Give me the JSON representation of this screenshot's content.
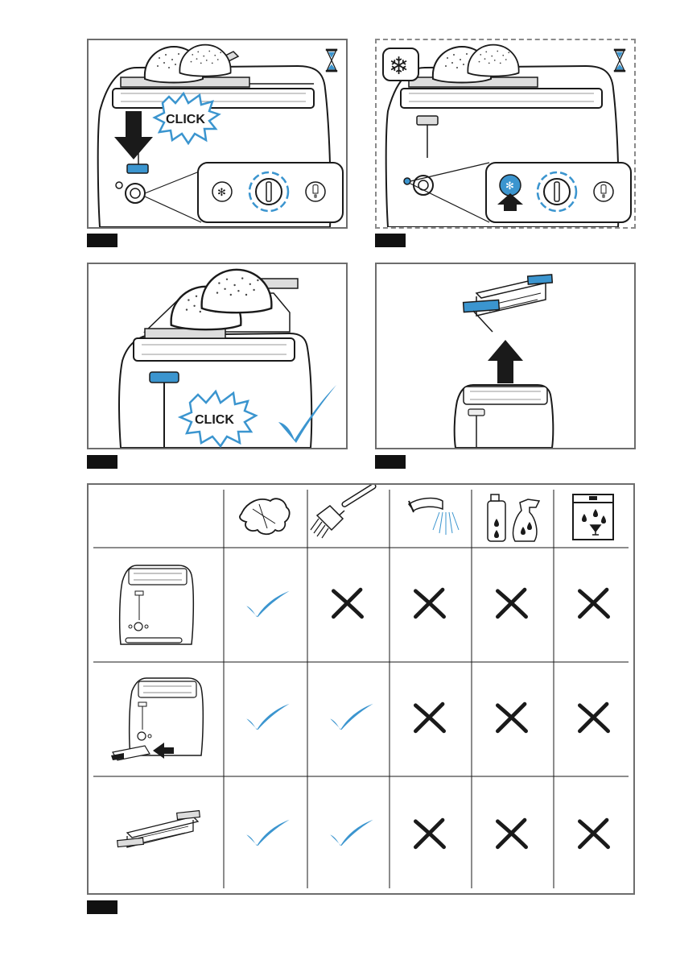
{
  "panels": {
    "p1": {
      "click_label": "CLICK",
      "icons": [
        "hourglass-icon",
        "arrow-down-icon",
        "defrost-button-icon",
        "power-dial-icon",
        "reheat-button-icon"
      ]
    },
    "p2": {
      "icons": [
        "snowflake-icon",
        "hourglass-icon",
        "defrost-button-icon",
        "power-dial-icon",
        "reheat-button-icon",
        "arrow-up-icon"
      ]
    },
    "p3": {
      "click_label": "CLICK",
      "icons": [
        "checkmark-icon"
      ]
    },
    "p4": {
      "icons": [
        "arrow-up-icon",
        "crumb-tray-icon"
      ]
    }
  },
  "cleaning_table": {
    "columns": [
      "damp-cloth-icon",
      "brush-icon",
      "running-water-icon",
      "spray-cleaner-icon",
      "dishwasher-icon"
    ],
    "rows": [
      {
        "item": "toaster-body-icon",
        "results": [
          "allowed",
          "not-allowed",
          "not-allowed",
          "not-allowed",
          "not-allowed"
        ]
      },
      {
        "item": "crumb-tray-removed-icon",
        "results": [
          "allowed",
          "allowed",
          "not-allowed",
          "not-allowed",
          "not-allowed"
        ]
      },
      {
        "item": "bun-rack-icon",
        "results": [
          "allowed",
          "allowed",
          "not-allowed",
          "not-allowed",
          "not-allowed"
        ]
      }
    ]
  },
  "colors": {
    "accent": "#3b95cf",
    "ink": "#1a1a1a",
    "frame": "#6d6d6d"
  }
}
